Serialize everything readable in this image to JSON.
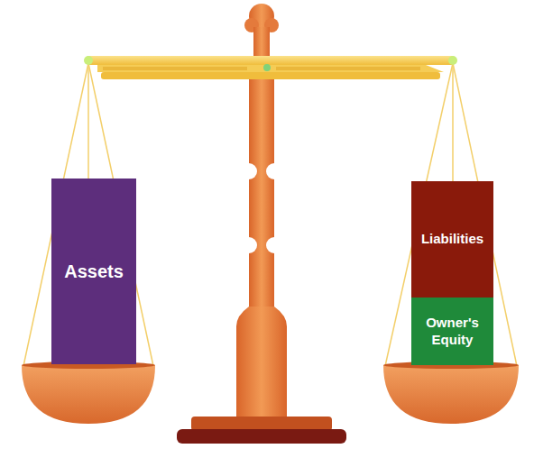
{
  "diagram": {
    "nodes": [
      {
        "text": [
          "Assets"
        ]
      },
      {
        "text": [
          "Liabilities"
        ]
      },
      {
        "text": [
          "Owner's Equity"
        ]
      }
    ]
  }
}
